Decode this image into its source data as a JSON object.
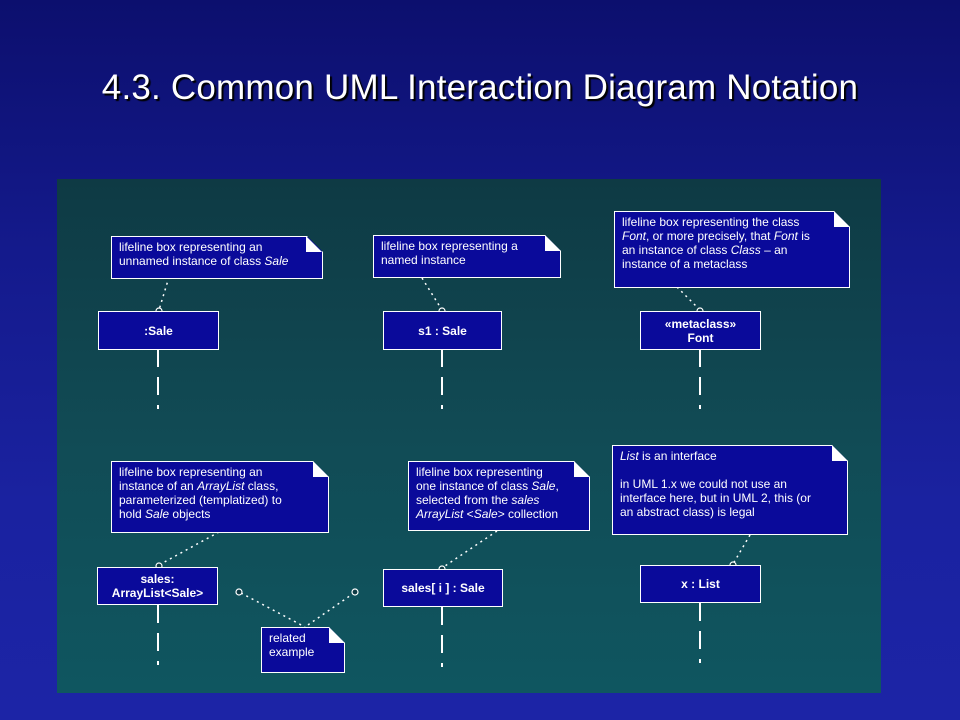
{
  "slide": {
    "title": "4.3. Common UML Interaction Diagram Notation"
  },
  "lifelines": [
    {
      "id": "sale",
      "label_lines": [
        ":Sale"
      ]
    },
    {
      "id": "s1",
      "label_lines": [
        "s1 : Sale"
      ]
    },
    {
      "id": "font",
      "label_lines": [
        "«metaclass»",
        "Font"
      ]
    },
    {
      "id": "sales",
      "label_lines": [
        "sales:",
        "ArrayList<Sale>"
      ]
    },
    {
      "id": "salesi",
      "label_lines": [
        "sales[ i ] : Sale"
      ]
    },
    {
      "id": "xlist",
      "label_lines": [
        "x : List"
      ]
    }
  ],
  "notes": {
    "n1": [
      "lifeline box representing an",
      "unnamed instance of class ",
      "Sale"
    ],
    "n2": [
      "lifeline box representing a",
      "named instance"
    ],
    "n3": [
      "lifeline box representing the class",
      "Font",
      ", or more precisely, that ",
      "Font",
      " is",
      "an instance of class ",
      "Class",
      " – an",
      "instance of a metaclass"
    ],
    "n4": [
      "lifeline box representing an",
      "instance of an ",
      "ArrayList",
      " class,",
      "parameterized (templatized) to",
      "hold ",
      "Sale",
      " objects"
    ],
    "n5": [
      "lifeline box representing",
      "one instance of class ",
      "Sale",
      ",",
      "selected from the ",
      "sales",
      "ArrayList",
      " <",
      "Sale",
      "> collection"
    ],
    "n6": [
      "List",
      " is an interface",
      "in UML 1.x we could not use an",
      "interface here, but in UML 2, this (or",
      "an abstract class) is legal"
    ],
    "n7": [
      "related",
      "example"
    ]
  },
  "colors": {
    "note_fill": "#0a0a9a",
    "panel": "#114b55",
    "background": "#141a8c",
    "text": "#ffffff"
  }
}
